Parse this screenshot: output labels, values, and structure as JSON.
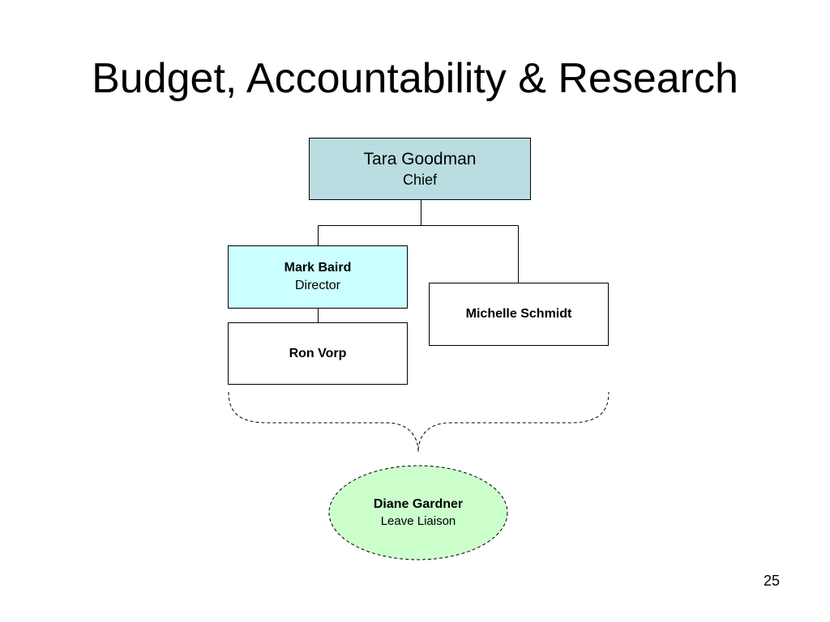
{
  "slide": {
    "title": "Budget, Accountability & Research",
    "page_number": "25"
  },
  "org_chart": {
    "chief": {
      "name": "Tara Goodman",
      "role": "Chief"
    },
    "director": {
      "name": "Mark Baird",
      "role": "Director"
    },
    "staff": [
      {
        "name": "Ron Vorp"
      },
      {
        "name": "Michelle Schmidt"
      }
    ],
    "liaison": {
      "name": "Diane Gardner",
      "role": "Leave Liaison"
    }
  },
  "colors": {
    "chief_fill": "#b9dde1",
    "director_fill": "#ccffff",
    "staff_fill": "#ffffff",
    "liaison_fill": "#ccffcc",
    "line": "#000000"
  }
}
